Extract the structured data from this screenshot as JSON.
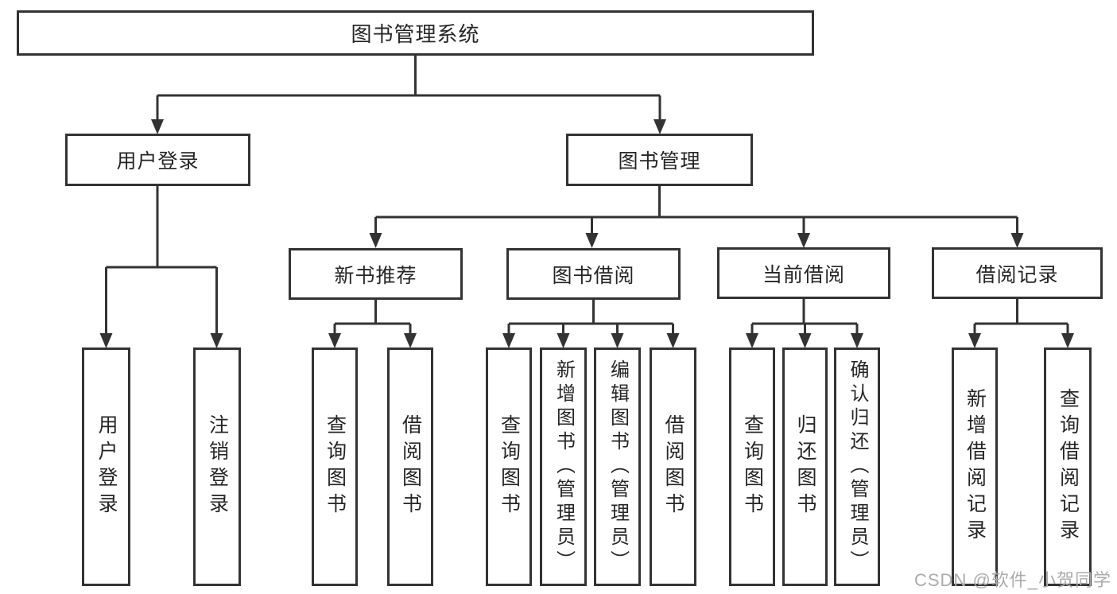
{
  "diagram": {
    "root_label": "图书管理系统",
    "level2": {
      "user_login": "用户登录",
      "book_mgmt": "图书管理"
    },
    "level3": {
      "new_book_rec": "新书推荐",
      "book_borrow": "图书借阅",
      "current_borrow": "当前借阅",
      "borrow_record": "借阅记录"
    },
    "leaves": {
      "user_login": "用户登录",
      "logout": "注销登录",
      "rec_query_book": "查询图书",
      "rec_borrow_book": "借阅图书",
      "bb_query_book": "查询图书",
      "bb_add_book": "新增图书（管理员）",
      "bb_edit_book": "编辑图书（管理员）",
      "bb_borrow_book": "借阅图书",
      "cb_query_book": "查询图书",
      "cb_return_book": "归还图书",
      "cb_confirm_return": "确认归还（管理员）",
      "br_add_record": "新增借阅记录",
      "br_query_record": "查询借阅记录"
    }
  },
  "watermark": "CSDN @软件_小贺同学",
  "colors": {
    "line": "#333333",
    "text": "#262626",
    "watermark": "#ababab",
    "background": "#ffffff"
  }
}
